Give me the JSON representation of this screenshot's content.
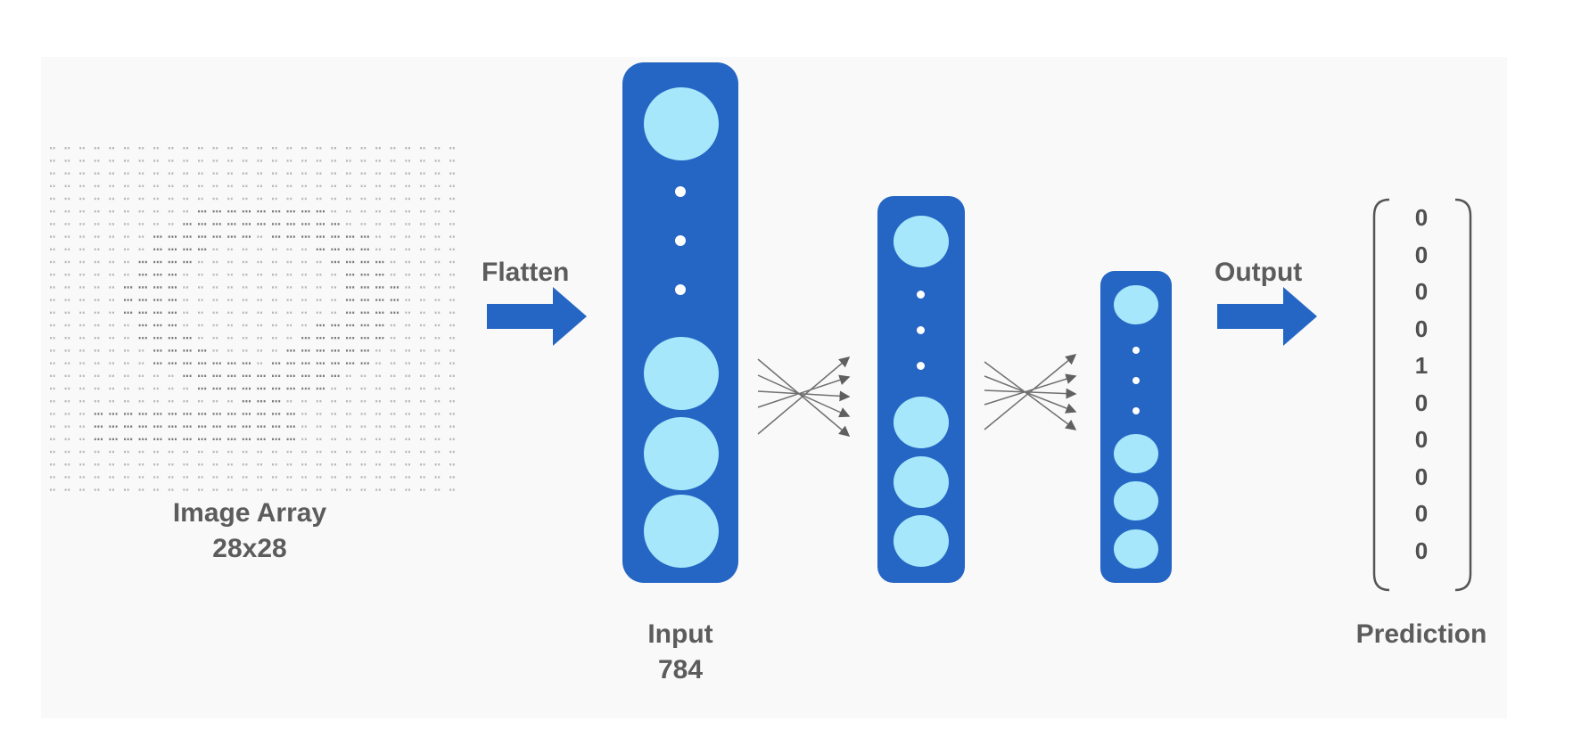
{
  "image_array": {
    "title": "Image Array",
    "size": "28x28",
    "rows": 28,
    "cols": 28
  },
  "flatten_label": "Flatten",
  "input_layer": {
    "title": "Input",
    "size": "784"
  },
  "output_label": "Output",
  "prediction": {
    "title": "Prediction",
    "values": [
      "0",
      "0",
      "0",
      "0",
      "1",
      "0",
      "0",
      "0",
      "0",
      "0"
    ]
  },
  "colors": {
    "layer": "#2566c4",
    "neuron": "#a6e7fb",
    "arrow": "#2566c4",
    "text": "#5c5c5c",
    "panel": "#f9f9f9"
  }
}
